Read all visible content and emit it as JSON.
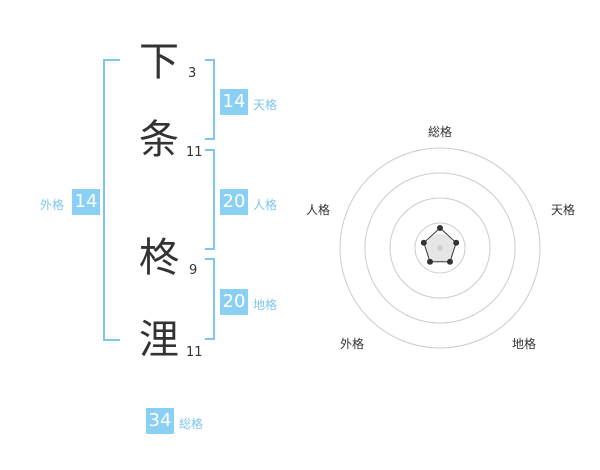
{
  "name": {
    "chars": [
      {
        "char": "下",
        "strokes": "3"
      },
      {
        "char": "条",
        "strokes": "11"
      },
      {
        "char": "柊",
        "strokes": "9"
      },
      {
        "char": "浬",
        "strokes": "11"
      }
    ]
  },
  "kakusu": {
    "tenkaku": {
      "value": "14",
      "label": "天格"
    },
    "jinkaku": {
      "value": "20",
      "label": "人格"
    },
    "chikaku": {
      "value": "20",
      "label": "地格"
    },
    "gaikaku": {
      "value": "14",
      "label": "外格"
    },
    "soukaku": {
      "value": "34",
      "label": "総格"
    }
  },
  "radar": {
    "axes": [
      "総格",
      "天格",
      "地格",
      "外格",
      "人格"
    ],
    "values": [
      0.2,
      0.17,
      0.17,
      0.17,
      0.17
    ],
    "max": 1,
    "rings": 4,
    "colors": {
      "ring": "#cccccc",
      "fill": "#e6e6e6",
      "line": "#333333",
      "bracket": "#7fc6ef",
      "badge": "#8ad0f5"
    }
  }
}
